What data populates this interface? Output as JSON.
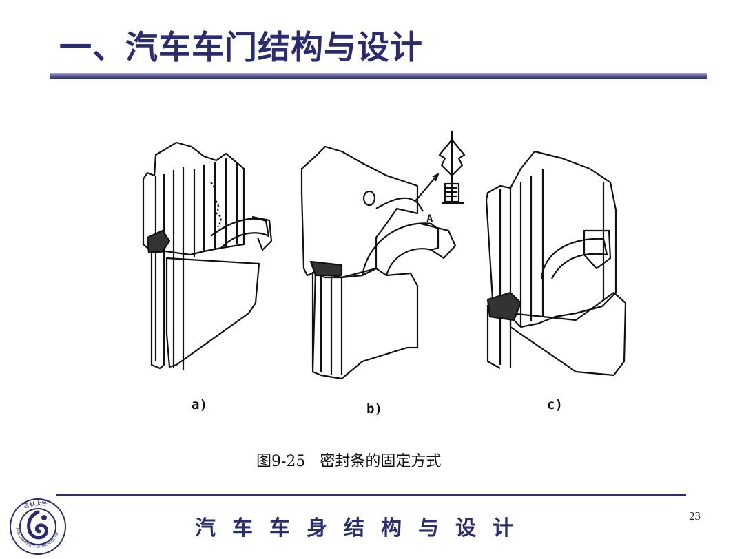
{
  "slide": {
    "title": "一、汽车车门结构与设计",
    "page_number": "23",
    "footer_text": "汽车车身结构与设计"
  },
  "figure": {
    "caption": "图9-25   密封条的固定方式",
    "panels": [
      {
        "label": "a)"
      },
      {
        "label": "b)"
      },
      {
        "label": "c)"
      }
    ],
    "callout_label": "A"
  },
  "logo": {
    "name": "university-seal",
    "script_text": "吉林大学",
    "ring_text": "JILIN UNIVERSITY OF TECHNOLOGY"
  },
  "colors": {
    "title": "#2b2b6f",
    "accent": "#2b2b6f",
    "drawing": "#111111"
  }
}
